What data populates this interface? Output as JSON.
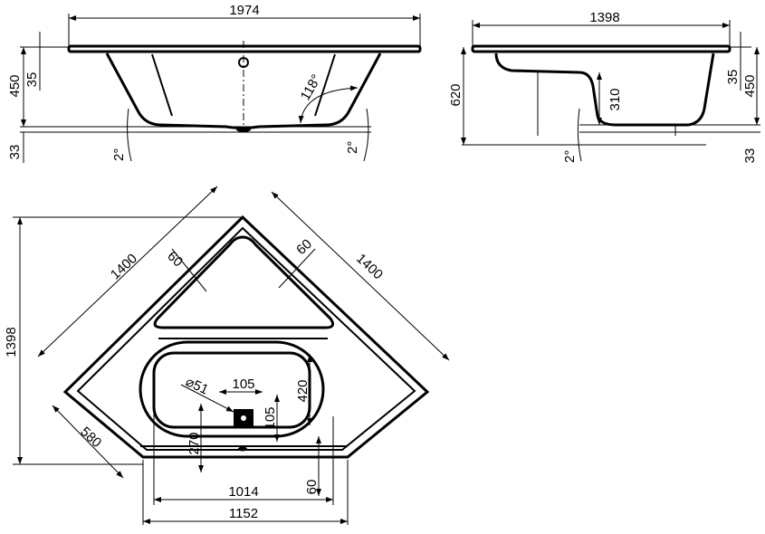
{
  "front_view": {
    "width": "1974",
    "height": "450",
    "rim": "35",
    "feet": "33",
    "angle_wall": "118°",
    "slope_left": "2°",
    "slope_right": "2°"
  },
  "side_view": {
    "width": "1398",
    "height_total": "620",
    "step": "310",
    "rim": "35",
    "height": "450",
    "feet": "33",
    "slope": "2°"
  },
  "top_view": {
    "side_left": "1400",
    "side_right": "1400",
    "seat_left": "60",
    "seat_right": "60",
    "depth": "1398",
    "corner_side": "580",
    "drain_diameter": "⌀51",
    "drain_x": "105",
    "drain_y": "105",
    "basin_width": "420",
    "drain_offset": "270",
    "inner_length": "1014",
    "front_width": "1152",
    "front_rim": "60"
  }
}
